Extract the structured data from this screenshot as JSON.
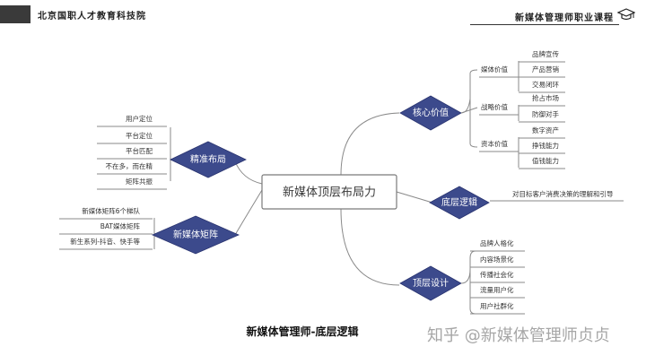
{
  "header": {
    "org": "北京国职人才教育科技院",
    "course": "新媒体管理师职业课程"
  },
  "diagram": {
    "center": "新媒体顶层布局力",
    "nodes": {
      "precise": "精准布局",
      "matrix": "新媒体矩阵",
      "core": "核心价值",
      "bottom": "底层逻辑",
      "top": "顶层设计"
    },
    "precise_leaves": [
      "用户定位",
      "平台定位",
      "平台匹配",
      "不在多，而在精",
      "矩阵共振"
    ],
    "matrix_leaves": [
      "新媒体矩阵6个梯队",
      "BAT媒体矩阵",
      "新生系列-抖音、快手等"
    ],
    "core_groups": [
      {
        "label": "媒体价值",
        "items": [
          "品牌宣传",
          "产品营销",
          "交易闭环"
        ]
      },
      {
        "label": "战略价值",
        "items": [
          "抢占市场",
          "防御对手"
        ]
      },
      {
        "label": "资本价值",
        "items": [
          "数字资产",
          "挣钱能力",
          "值钱能力"
        ]
      }
    ],
    "bottom_leaf": "对目标客户消费决策的理解和引导",
    "top_leaves": [
      "品牌人格化",
      "内容场景化",
      "传播社会化",
      "流量用户化",
      "用户社群化"
    ]
  },
  "caption": "新媒体管理师-底层逻辑",
  "watermark": "知乎 @新媒体管理师贞贞",
  "colors": {
    "node": "#3c4a8c",
    "line": "#8a8a8a",
    "center_border": "#7a7a7a"
  }
}
